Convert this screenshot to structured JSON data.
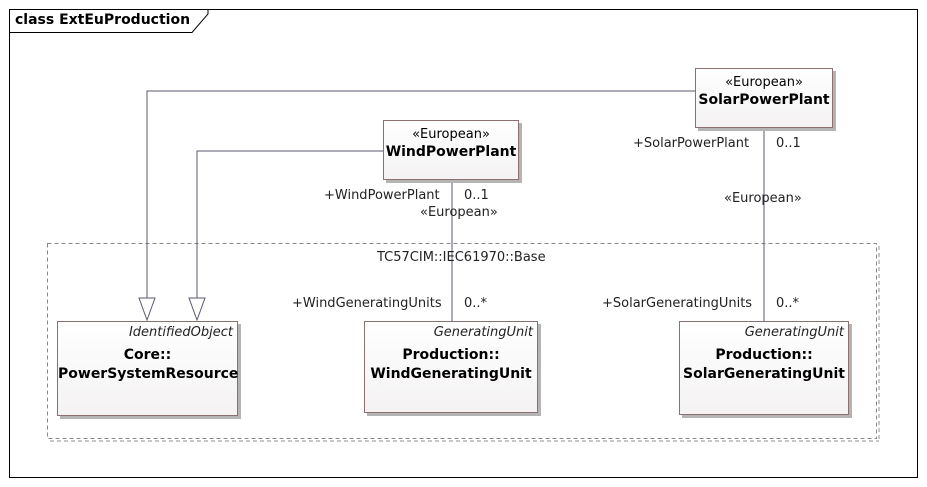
{
  "frame": {
    "title": "class ExtEuProduction"
  },
  "package": {
    "label": "TC57CIM::IEC61970::Base"
  },
  "classes": {
    "solar_plant": {
      "stereotype": "«European»",
      "name": "SolarPowerPlant"
    },
    "wind_plant": {
      "stereotype": "«European»",
      "name": "WindPowerPlant"
    },
    "psr": {
      "parent": "IdentifiedObject",
      "line1": "Core::",
      "line2": "PowerSystemResource"
    },
    "wind_unit": {
      "parent": "GeneratingUnit",
      "line1": "Production::",
      "line2": "WindGeneratingUnit"
    },
    "solar_unit": {
      "parent": "GeneratingUnit",
      "line1": "Production::",
      "line2": "SolarGeneratingUnit"
    }
  },
  "associations": {
    "wind": {
      "source_role": "+WindPowerPlant",
      "source_mult": "0..1",
      "stereotype": "«European»",
      "target_role": "+WindGeneratingUnits",
      "target_mult": "0..*"
    },
    "solar": {
      "source_role": "+SolarPowerPlant",
      "source_mult": "0..1",
      "stereotype": "«European»",
      "target_role": "+SolarGeneratingUnits",
      "target_mult": "0..*"
    }
  },
  "colors": {
    "frame": "#000000",
    "class_border": "#8a7070",
    "connector": "#5a5a6e",
    "package_border": "#888888"
  }
}
